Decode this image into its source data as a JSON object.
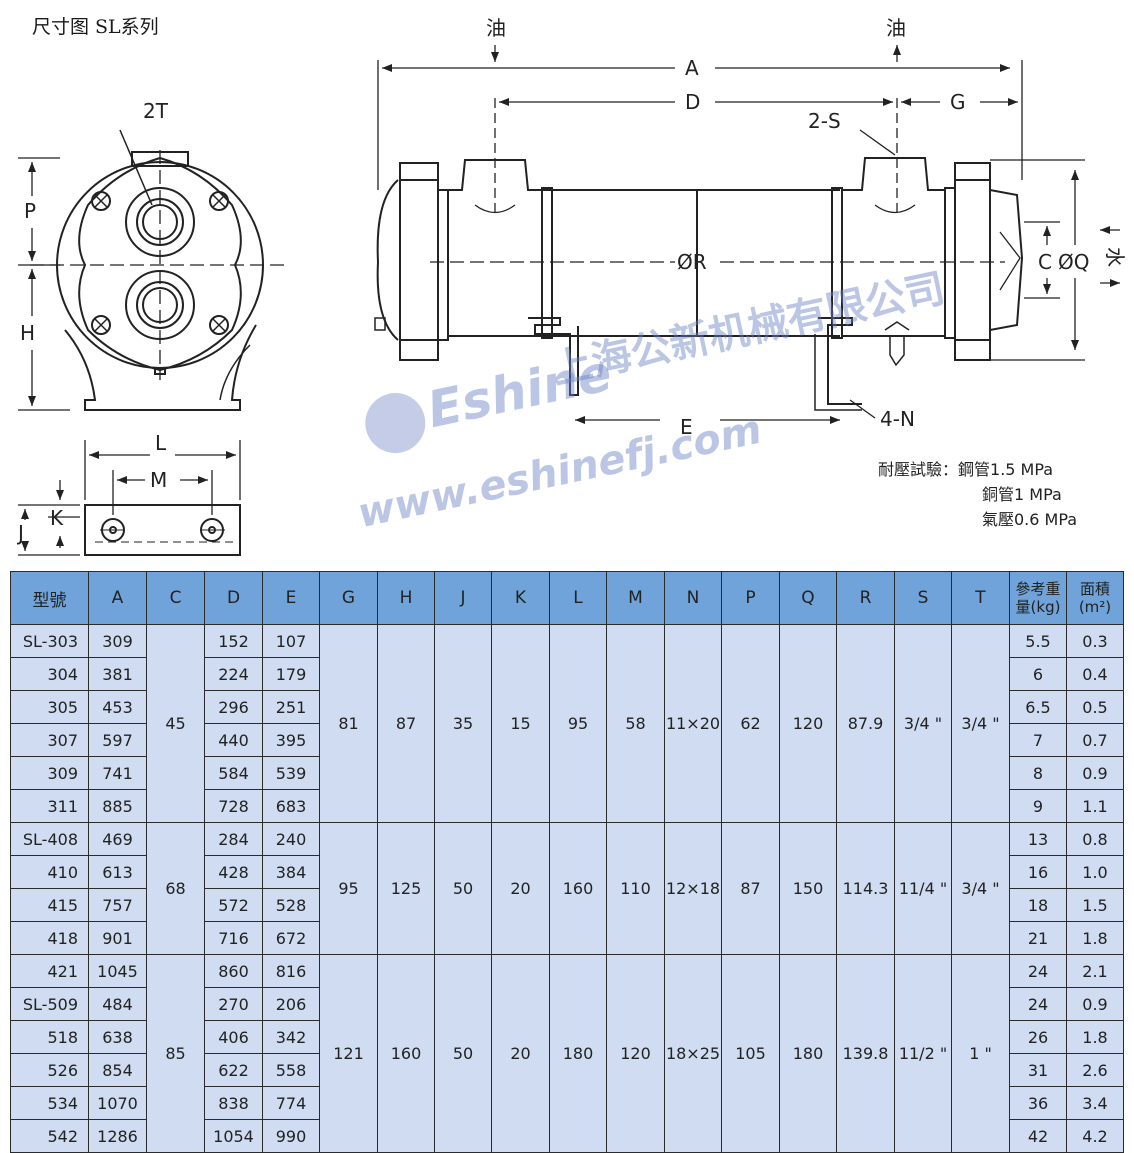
{
  "title": "尺寸图 SL系列",
  "diagram_labels": {
    "oil_in": "油",
    "oil_out": "油",
    "water": "水",
    "A": "A",
    "D": "D",
    "G": "G",
    "E": "E",
    "S": "2-S",
    "N": "4-N",
    "R": "ØR",
    "C": "C",
    "Q": "ØQ",
    "T": "2T",
    "P": "P",
    "H": "H",
    "L": "L",
    "M": "M",
    "K": "K",
    "J": "J"
  },
  "watermark": {
    "brand": "Eshine",
    "company": "上海公新机械有限公司",
    "url": "www.eshinefj.com"
  },
  "pressure_test": {
    "label": "耐壓試驗：",
    "lines": [
      "鋼管1.5 MPa",
      "銅管1 MPa",
      "氣壓0.6 MPa"
    ]
  },
  "table": {
    "headers": [
      "型號",
      "A",
      "C",
      "D",
      "E",
      "G",
      "H",
      "J",
      "K",
      "L",
      "M",
      "N",
      "P",
      "Q",
      "R",
      "S",
      "T",
      "參考重量(kg)",
      "面積(m²)"
    ],
    "header_weight": [
      "參考重",
      "量(kg)"
    ],
    "header_area": [
      "面積",
      "(m²)"
    ],
    "groups": [
      {
        "C": "45",
        "G": "81",
        "H": "87",
        "J": "35",
        "K": "15",
        "L": "95",
        "M": "58",
        "N": "11×20",
        "P": "62",
        "Q": "120",
        "R": "87.9",
        "S": "3/4 \"",
        "T": "3/4 \"",
        "rows": [
          {
            "model": "SL-303",
            "A": "309",
            "D": "152",
            "E": "107",
            "weight": "5.5",
            "area": "0.3"
          },
          {
            "model": "304",
            "A": "381",
            "D": "224",
            "E": "179",
            "weight": "6",
            "area": "0.4"
          },
          {
            "model": "305",
            "A": "453",
            "D": "296",
            "E": "251",
            "weight": "6.5",
            "area": "0.5"
          },
          {
            "model": "307",
            "A": "597",
            "D": "440",
            "E": "395",
            "weight": "7",
            "area": "0.7"
          },
          {
            "model": "309",
            "A": "741",
            "D": "584",
            "E": "539",
            "weight": "8",
            "area": "0.9"
          },
          {
            "model": "311",
            "A": "885",
            "D": "728",
            "E": "683",
            "weight": "9",
            "area": "1.1"
          }
        ]
      },
      {
        "C": "68",
        "G": "95",
        "H": "125",
        "J": "50",
        "K": "20",
        "L": "160",
        "M": "110",
        "N": "12×18",
        "P": "87",
        "Q": "150",
        "R": "114.3",
        "S": "11/4 \"",
        "T": "3/4 \"",
        "rows": [
          {
            "model": "SL-408",
            "A": "469",
            "D": "284",
            "E": "240",
            "weight": "13",
            "area": "0.8"
          },
          {
            "model": "410",
            "A": "613",
            "D": "428",
            "E": "384",
            "weight": "16",
            "area": "1.0"
          },
          {
            "model": "415",
            "A": "757",
            "D": "572",
            "E": "528",
            "weight": "18",
            "area": "1.5"
          },
          {
            "model": "418",
            "A": "901",
            "D": "716",
            "E": "672",
            "weight": "21",
            "area": "1.8"
          }
        ]
      },
      {
        "C": "85",
        "G": "121",
        "H": "160",
        "J": "50",
        "K": "20",
        "L": "180",
        "M": "120",
        "N": "18×25",
        "P": "105",
        "Q": "180",
        "R": "139.8",
        "S": "11/2 \"",
        "T": "1 \"",
        "rows": [
          {
            "model": "421",
            "A": "1045",
            "D": "860",
            "E": "816",
            "weight": "24",
            "area": "2.1"
          },
          {
            "model": "SL-509",
            "A": "484",
            "D": "270",
            "E": "206",
            "weight": "24",
            "area": "0.9"
          },
          {
            "model": "518",
            "A": "638",
            "D": "406",
            "E": "342",
            "weight": "26",
            "area": "1.8"
          },
          {
            "model": "526",
            "A": "854",
            "D": "622",
            "E": "558",
            "weight": "31",
            "area": "2.6"
          },
          {
            "model": "534",
            "A": "1070",
            "D": "838",
            "E": "774",
            "weight": "36",
            "area": "3.4"
          },
          {
            "model": "542",
            "A": "1286",
            "D": "1054",
            "E": "990",
            "weight": "42",
            "area": "4.2"
          }
        ]
      }
    ]
  }
}
